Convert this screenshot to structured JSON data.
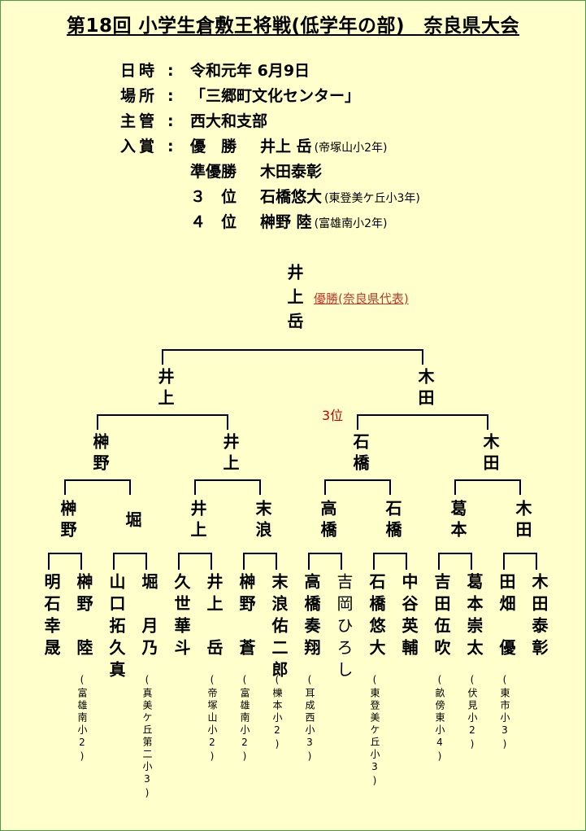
{
  "header": {
    "title": "第18回 小学生倉敷王将戦(低学年の部)　奈良県大会"
  },
  "info": {
    "date_label": "日時",
    "date_value": "令和元年 6月9日",
    "place_label": "場所",
    "place_value": "「三郷町文化センター」",
    "organizer_label": "主管",
    "organizer_value": "西大和支部",
    "awards_label": "入賞",
    "awards": [
      {
        "rank": "優　勝",
        "name": "井上 岳",
        "school": "(帝塚山小2年)"
      },
      {
        "rank": "準優勝",
        "name": "木田泰彰",
        "school": ""
      },
      {
        "rank": "３　位",
        "name": "石橋悠大",
        "school": "(東登美ケ丘小3年)"
      },
      {
        "rank": "４　位",
        "name": "榊野 陸",
        "school": "(富雄南小2年)"
      }
    ]
  },
  "bracket": {
    "champion": "井上岳",
    "champion_note": "優勝(奈良県代表)",
    "third_place_note": "3位",
    "final": [
      "井上",
      "木田"
    ],
    "semifinal": [
      "榊野",
      "井上",
      "石橋",
      "木田"
    ],
    "quarterfinal": [
      "榊野",
      "堀",
      "井上",
      "末浪",
      "高橋",
      "石橋",
      "葛本",
      "木田"
    ],
    "players": [
      {
        "name": "明石幸晟",
        "school": ""
      },
      {
        "name": "榊野　陸",
        "school": "(富雄南小2)"
      },
      {
        "name": "山口拓久真",
        "school": ""
      },
      {
        "name": "堀　月乃",
        "school": "(真美ケ丘第二小3)"
      },
      {
        "name": "久世華斗",
        "school": ""
      },
      {
        "name": "井上　岳",
        "school": "(帝塚山小2)"
      },
      {
        "name": "榊野　蒼",
        "school": "(富雄南小2)"
      },
      {
        "name": "末浪佑二郎",
        "school": "(櫟本小2)"
      },
      {
        "name": "高橋奏翔",
        "school": "(耳成西小3)"
      },
      {
        "name": "吉岡ひろし",
        "school": ""
      },
      {
        "name": "石橋悠大",
        "school": "(東登美ケ丘小3)"
      },
      {
        "name": "中谷英輔",
        "school": ""
      },
      {
        "name": "吉田伍吹",
        "school": "(畝傍東小4)"
      },
      {
        "name": "葛本崇太",
        "school": "(伏見小2)"
      },
      {
        "name": "田畑　優",
        "school": "(東市小3)"
      },
      {
        "name": "木田泰彰",
        "school": ""
      }
    ]
  }
}
